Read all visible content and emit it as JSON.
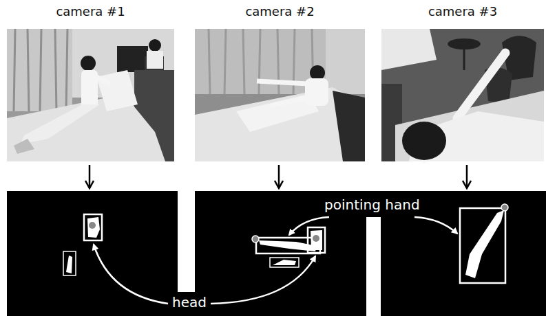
{
  "diagram": {
    "nodes": [
      {
        "text": [
          "camera #1"
        ]
      },
      {
        "text": [
          "camera #2"
        ]
      },
      {
        "text": [
          "camera #3"
        ]
      }
    ],
    "labels": [
      "pointing hand",
      "head"
    ]
  }
}
